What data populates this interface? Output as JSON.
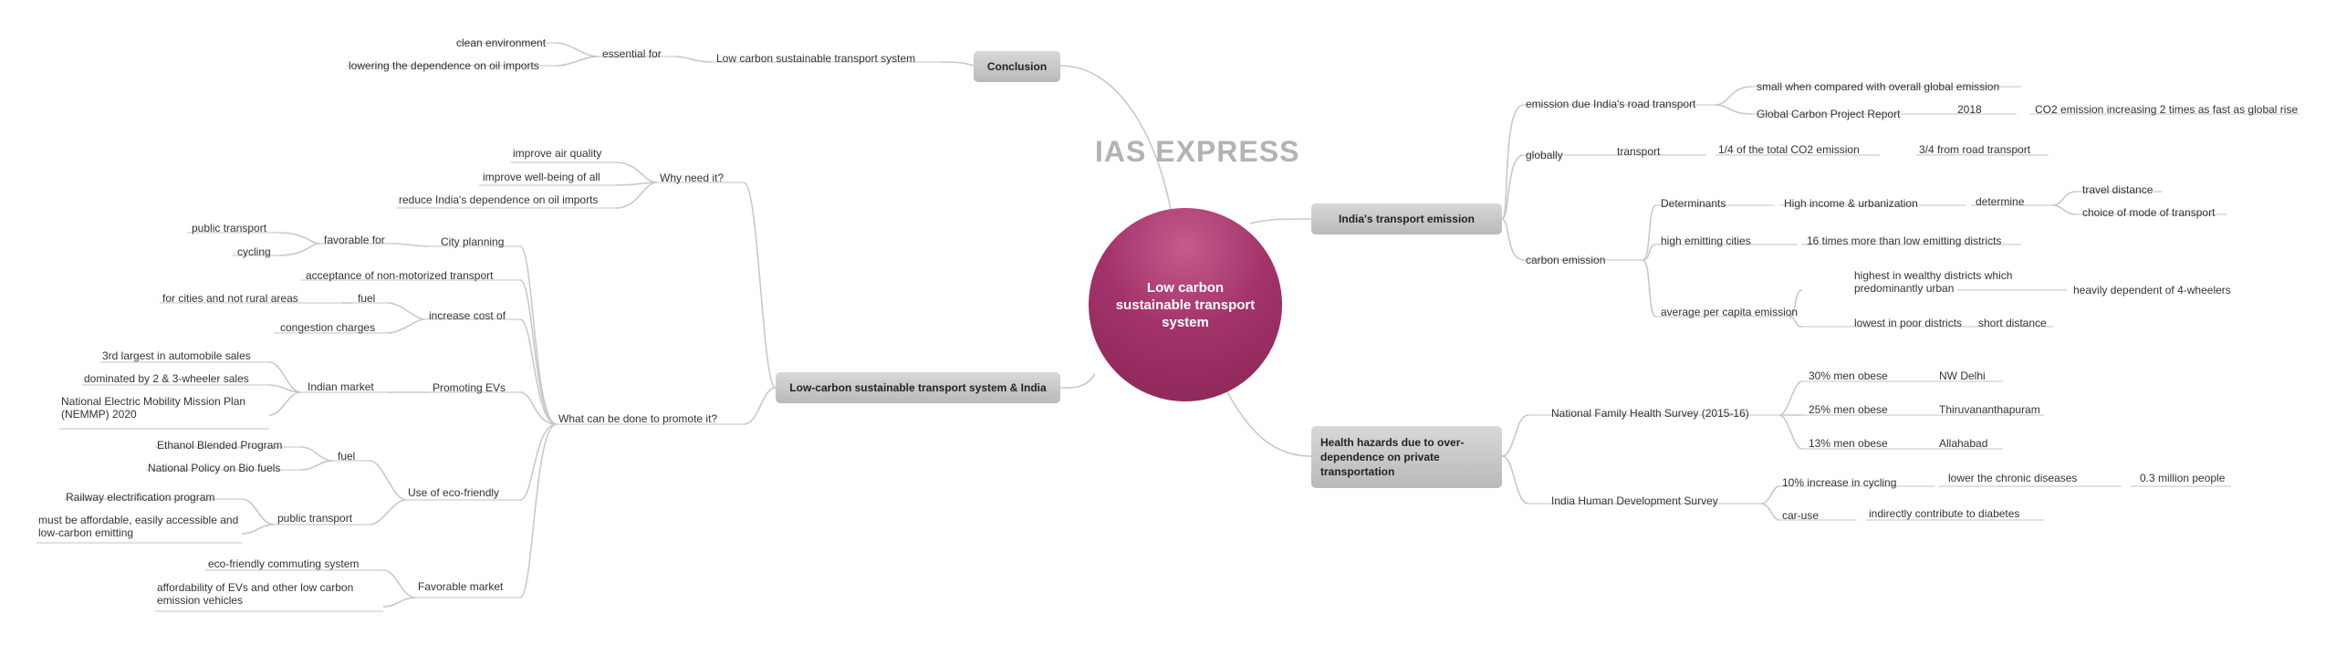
{
  "watermark": "IAS EXPRESS",
  "center": "Low carbon sustainable transport system",
  "conclusion": {
    "title": "Conclusion",
    "child": "Low carbon sustainable transport system",
    "essential_for": "essential for",
    "items": [
      "clean environment",
      "lowering the dependence on oil imports"
    ]
  },
  "india_emission": {
    "title": "India's transport emission",
    "road": {
      "label": "emission due India's road transport",
      "small": "small when compared with overall global emission",
      "gcp": "Global Carbon Project Report",
      "year": "2018",
      "co2": "CO2 emission increasing 2 times as fast as global rise"
    },
    "globally": {
      "label": "globally",
      "transport": "transport",
      "quarter": "1/4 of the total CO2 emission",
      "road_share": "3/4 from road transport"
    },
    "carbon": {
      "label": "carbon emission",
      "determinants": "Determinants",
      "high_income": "High income & urbanization",
      "determine": "determine",
      "travel_distance": "travel distance",
      "choice_mode": "choice of mode of transport",
      "high_cities": "high emitting cities",
      "sixteen": "16 times more than low emitting districts",
      "avg": "average per capita emission",
      "highest_wealthy": "highest in wealthy districts which predominantly urban",
      "heavily": "heavily dependent of 4-wheelers",
      "lowest_poor": "lowest in poor districts",
      "short_distance": "short distance"
    }
  },
  "health": {
    "title": "Health hazards due to over-dependence on private transportation",
    "nfhs": "National Family Health Survey (2015-16)",
    "obese": [
      {
        "pct": "30% men obese",
        "city": "NW Delhi"
      },
      {
        "pct": "25% men obese",
        "city": "Thiruvananthapuram"
      },
      {
        "pct": "13% men obese",
        "city": "Allahabad"
      }
    ],
    "ihds": "India Human Development Survey",
    "cycling": "10% increase in cycling",
    "lower_chronic": "lower the chronic diseases",
    "million": "0.3 million people",
    "car_use": "car-use",
    "diabetes": "indirectly contribute to diabetes"
  },
  "india": {
    "title": "Low-carbon sustainable transport system & India",
    "why": {
      "label": "Why need it?",
      "items": [
        "improve air quality",
        "improve well-being of all",
        "reduce India's dependence on oil imports"
      ]
    },
    "what": {
      "label": "What can be done to promote it?",
      "city_planning": "City planning",
      "favorable_for": "favorable for",
      "public_transport": "public transport",
      "cycling": "cycling",
      "acceptance": "acceptance of non-motorized transport",
      "increase_cost": "increase cost of",
      "fuel": "fuel",
      "fuel_note": "for cities and not rural areas",
      "congestion": "congestion charges",
      "promoting_evs": "Promoting EVs",
      "indian_market": "Indian market",
      "third_largest": "3rd largest in automobile sales",
      "dominated": "dominated by 2 & 3-wheeler sales",
      "nemmp": "National Electric Mobility Mission Plan (NEMMP) 2020",
      "use_eco": "Use of eco-friendly",
      "fuel2": "fuel",
      "ethanol": "Ethanol Blended Program",
      "biofuels": "National Policy on Bio fuels",
      "public_transport2": "public transport",
      "railway": "Railway electrification program",
      "affordable": "must be affordable, easily accessible and low-carbon emitting",
      "favorable_market": "Favorable market",
      "eco_commuting": "eco-friendly commuting system",
      "affordability": "affordability of EVs and other low carbon emission vehicles"
    }
  }
}
